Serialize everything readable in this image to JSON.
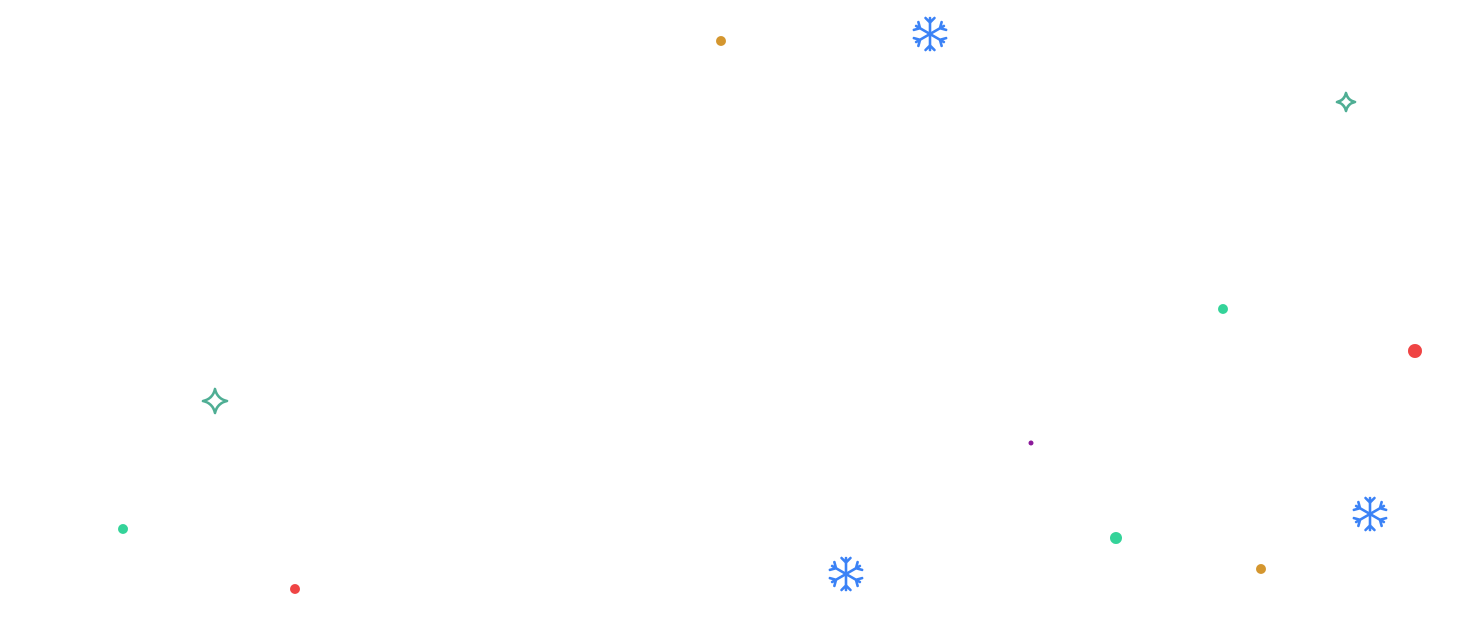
{
  "colors": {
    "background": "#ffffff",
    "blue": "#3b82f6",
    "teal": "#4fae94",
    "green": "#34d399",
    "orange": "#d4962f",
    "red": "#ef4444",
    "purple": "#8b1a9a"
  },
  "particles": [
    {
      "icon": "snowflake-icon",
      "color": "blue"
    },
    {
      "icon": "snowflake-icon",
      "color": "blue"
    },
    {
      "icon": "snowflake-icon",
      "color": "blue"
    },
    {
      "icon": "sparkle-icon",
      "color": "teal"
    },
    {
      "icon": "sparkle-icon",
      "color": "teal"
    },
    {
      "icon": "dot-icon",
      "color": "orange"
    },
    {
      "icon": "dot-icon",
      "color": "orange"
    },
    {
      "icon": "dot-icon",
      "color": "green"
    },
    {
      "icon": "dot-icon",
      "color": "green"
    },
    {
      "icon": "dot-icon",
      "color": "green"
    },
    {
      "icon": "dot-icon",
      "color": "red"
    },
    {
      "icon": "dot-icon",
      "color": "red"
    },
    {
      "icon": "dot-icon",
      "color": "purple"
    }
  ]
}
